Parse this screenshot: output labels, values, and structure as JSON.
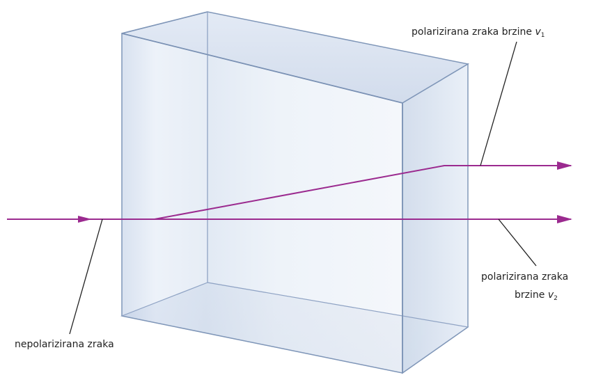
{
  "labels": {
    "top_right": {
      "text": "polarizirana zraka brzine ",
      "var": "v",
      "sub": "1"
    },
    "bottom_right": {
      "line1": "polarizirana zraka",
      "line2": "brzine ",
      "var": "v",
      "sub": "2"
    },
    "bottom_left": "nepolarizirana zraka"
  },
  "colors": {
    "ray": "#9b2a8f",
    "crystal_fill": "#dfe8f4",
    "crystal_edge": "#7f96b8",
    "leader_line": "#222222"
  }
}
